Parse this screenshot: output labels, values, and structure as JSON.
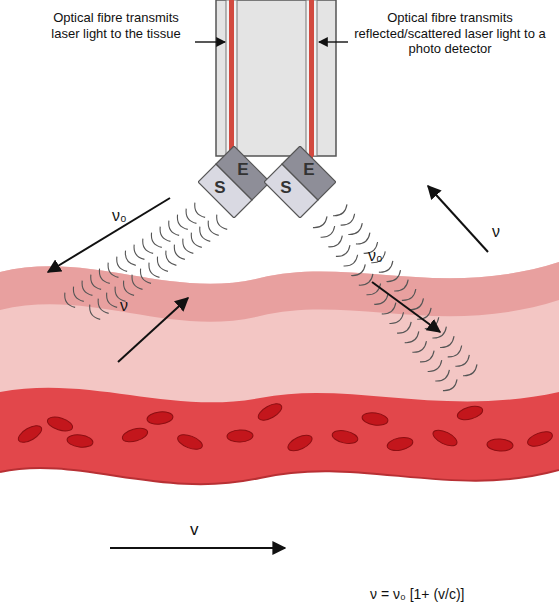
{
  "diagram": {
    "nodes": [
      {
        "text": [
          "S",
          "E"
        ]
      },
      {
        "text": [
          "S",
          "E"
        ]
      }
    ],
    "labels": [
      "Optical fibre transmits laser light to the tissue",
      "Optical fibre transmits reflected/scattered laser light to a photo detector",
      "ν₀",
      "ν",
      "ν",
      "ν₀",
      "v",
      "ν = ν₀ [1+ (v/c)]"
    ]
  }
}
